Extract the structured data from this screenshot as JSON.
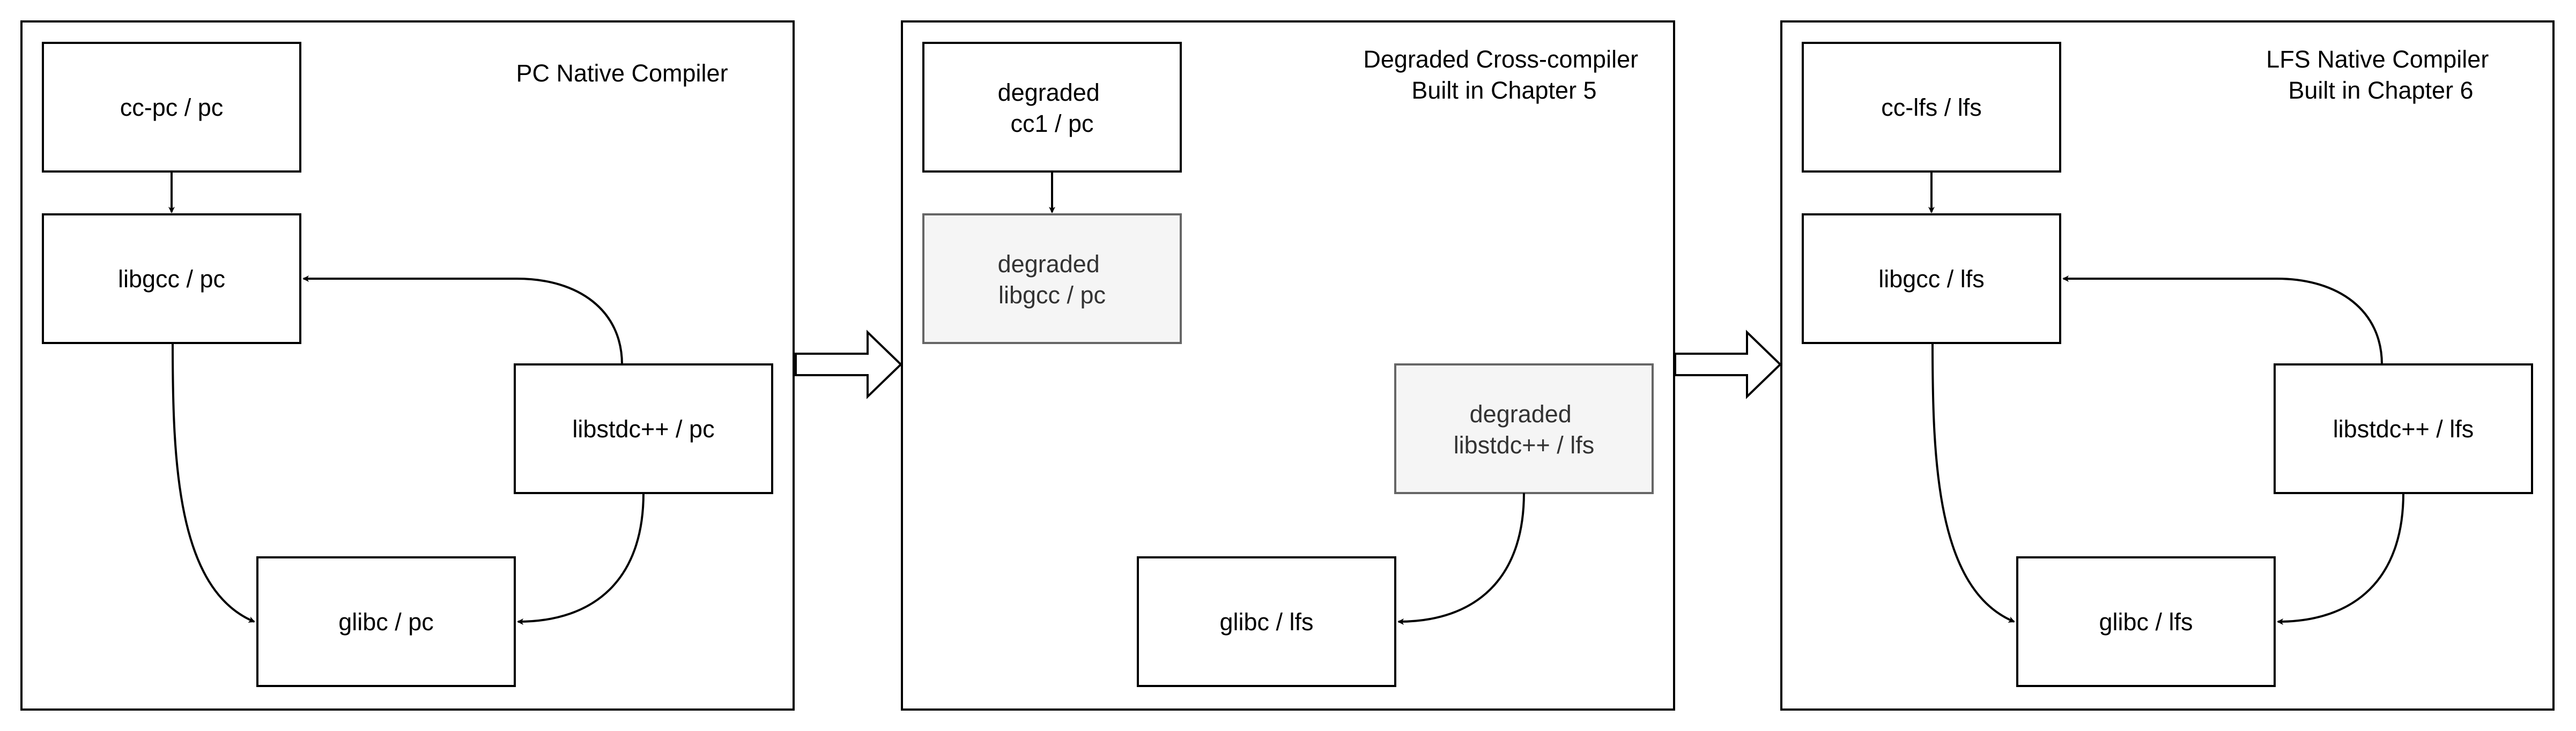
{
  "colors": {
    "stroke": "#000000",
    "shaded_box_fill": "#f5f5f5",
    "shaded_box_stroke": "#666666",
    "shaded_text": "#333333",
    "background": "#ffffff"
  },
  "panels": {
    "pc": {
      "title": [
        "PC Native Compiler"
      ],
      "nodes": {
        "cc": [
          "cc-pc / pc"
        ],
        "libgcc": [
          "libgcc / pc"
        ],
        "libstdcxx": [
          "libstdc++ / pc"
        ],
        "glibc": [
          "glibc / pc"
        ]
      }
    },
    "cross": {
      "title": [
        "Degraded Cross-compiler",
        "Built in Chapter 5"
      ],
      "nodes": {
        "cc": [
          "degraded",
          "cc1 / pc"
        ],
        "libgcc": [
          "degraded",
          "libgcc / pc"
        ],
        "libstdcxx": [
          "degraded",
          "libstdc++ / lfs"
        ],
        "glibc": [
          "glibc / lfs"
        ]
      }
    },
    "lfs": {
      "title": [
        "LFS Native Compiler",
        "Built in Chapter 6"
      ],
      "nodes": {
        "cc": [
          "cc-lfs / lfs"
        ],
        "libgcc": [
          "libgcc / lfs"
        ],
        "libstdcxx": [
          "libstdc++ / lfs"
        ],
        "glibc": [
          "glibc / lfs"
        ]
      }
    }
  }
}
